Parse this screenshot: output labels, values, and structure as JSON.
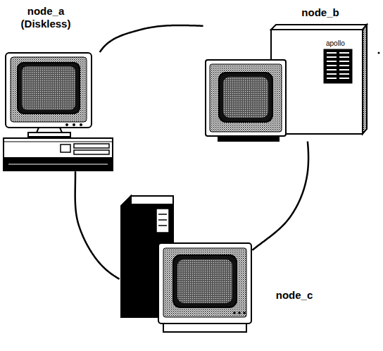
{
  "diagram": {
    "nodes": [
      {
        "text": [
          "node_a (Diskless)"
        ]
      },
      {
        "text": [
          "node_b"
        ]
      },
      {
        "text": [
          "node_c"
        ]
      }
    ],
    "edges": [
      {
        "from": 0,
        "to": 1,
        "arrow": "none"
      },
      {
        "from": 1,
        "to": 2,
        "arrow": "none"
      },
      {
        "from": 2,
        "to": 0,
        "arrow": "none"
      }
    ],
    "labels": [
      "apollo"
    ]
  }
}
